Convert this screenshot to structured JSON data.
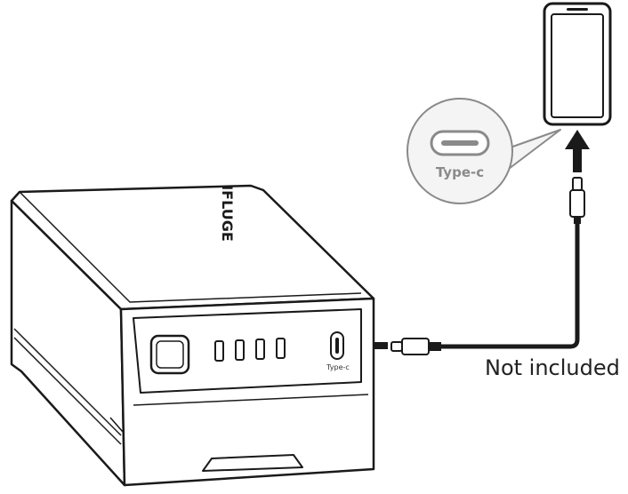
{
  "callout": {
    "port_label": "Type-c"
  },
  "device": {
    "brand_text": "IFLUGE",
    "port_label": "Type-c",
    "indicator_count": 4
  },
  "cable": {
    "caption": "Not included"
  },
  "colors": {
    "line": "#1a1a1a",
    "callout_fill": "#f4f4f4",
    "callout_stroke": "#8a8a8a",
    "label_grey": "#8a8a8a"
  }
}
